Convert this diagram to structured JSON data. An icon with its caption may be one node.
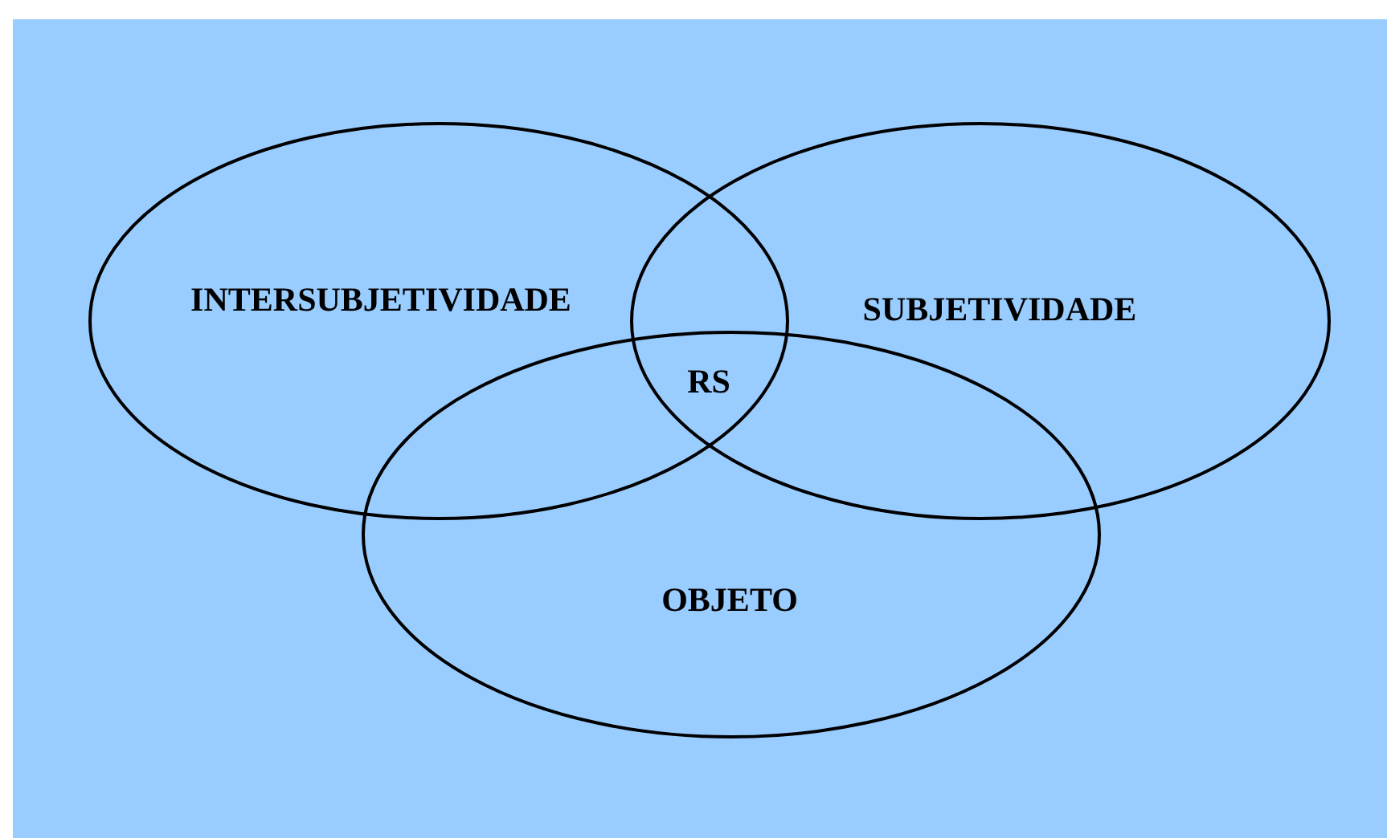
{
  "diagram": {
    "nodes": [
      {
        "text": [
          "INTERSUBJETIVIDADE"
        ]
      },
      {
        "text": [
          "SUBJETIVIDADE"
        ]
      },
      {
        "text": [
          "OBJETO"
        ]
      }
    ],
    "labels": [
      "RS"
    ]
  }
}
